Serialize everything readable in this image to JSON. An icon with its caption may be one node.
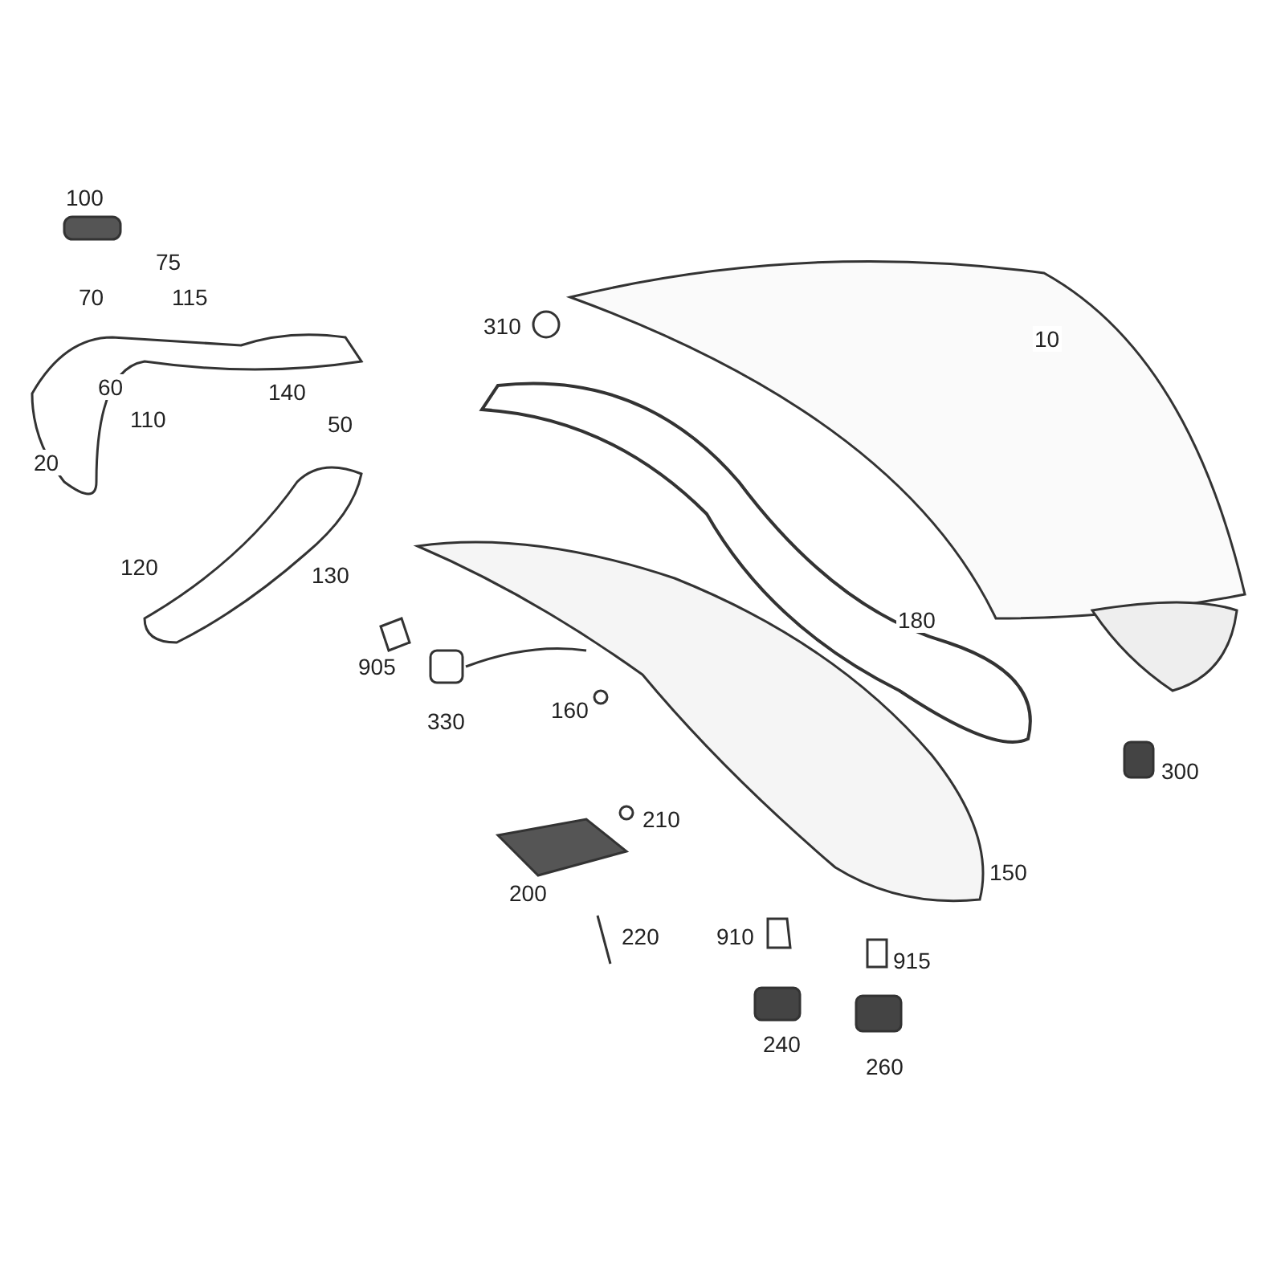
{
  "diagram": {
    "labels": [
      "100",
      "75",
      "70",
      "115",
      "310",
      "10",
      "60",
      "140",
      "110",
      "50",
      "20",
      "120",
      "130",
      "180",
      "905",
      "330",
      "160",
      "300",
      "210",
      "200",
      "150",
      "220",
      "910",
      "915",
      "240",
      "260"
    ]
  }
}
